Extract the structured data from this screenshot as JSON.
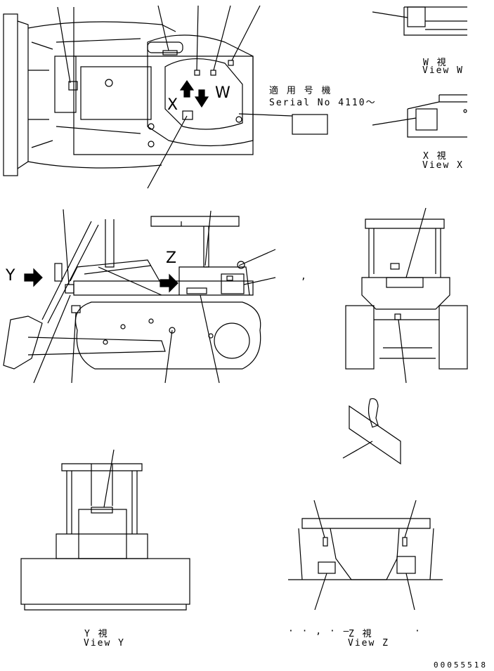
{
  "serial": {
    "line1": "適 用 号 機",
    "line2": "Serial No 4110～"
  },
  "view_w": {
    "jp": "W  視",
    "en": "View W"
  },
  "view_x": {
    "jp": "X  視",
    "en": "View X"
  },
  "view_y": {
    "jp": "Y  視",
    "en": "View Y"
  },
  "view_z": {
    "jp": "Z  視",
    "en": "View Z"
  },
  "letters": {
    "w": "W",
    "x": "X",
    "y": "Y",
    "z": "Z"
  },
  "stray": {
    "comma": ",",
    "dashes": "· · , · –",
    "dot": "·"
  },
  "drawing_no": "00055518"
}
